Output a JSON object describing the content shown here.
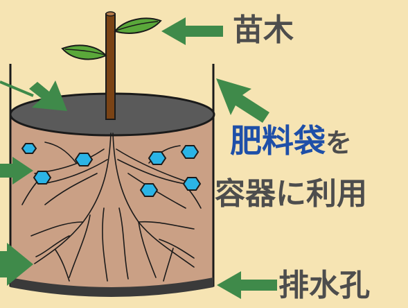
{
  "labels": {
    "seedling": "苗木",
    "bag_highlight": "肥料袋",
    "bag_suffix": "を",
    "container_use": "容器に利用",
    "drain_hole": "排水孔"
  },
  "colors": {
    "background": "#f6e4b3",
    "arrow": "#3f8a4a",
    "soil": "#caa085",
    "pot_top": "#5a5a5a",
    "stem": "#7a4315",
    "leaf": "#5aa83a",
    "fertilizer": "#2bb4e6",
    "highlight_text": "#1e4fa8",
    "label_text": "#4d4d4d"
  },
  "icons": {
    "arrows": "arrow-icon",
    "fertilizer": "fertilizer-granule-icon"
  }
}
